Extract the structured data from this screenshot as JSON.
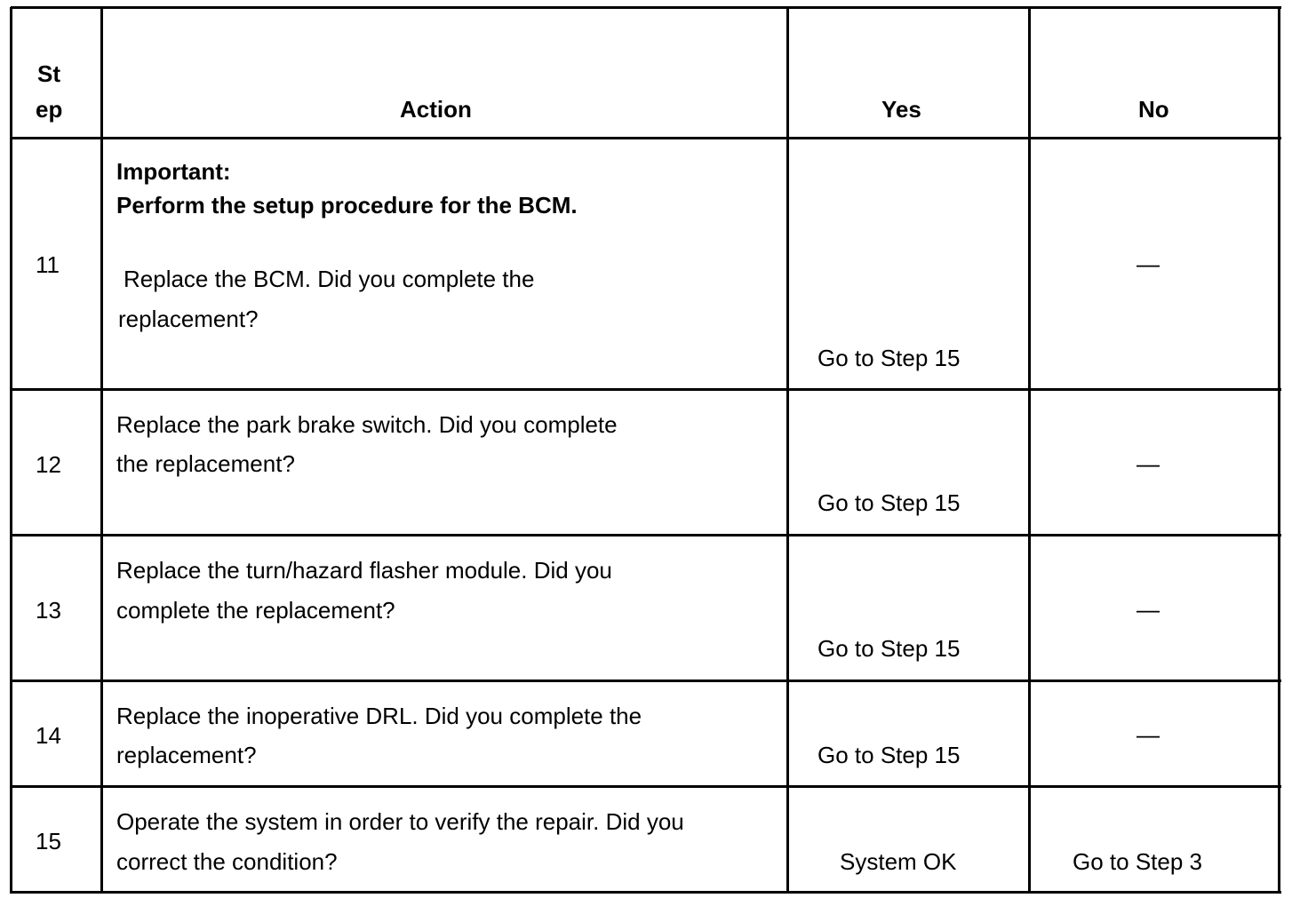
{
  "header": {
    "step_line1": "St",
    "step_line2": "ep",
    "action": "Action",
    "yes": "Yes",
    "no": "No"
  },
  "rows": [
    {
      "step": "11",
      "action_important": "Important:",
      "action_important_text": "Perform the setup procedure for the BCM.",
      "action_line1": "Replace the BCM. Did you complete the",
      "action_line2": "replacement?",
      "yes": "Go to Step 15",
      "no": "—"
    },
    {
      "step": "12",
      "action_line1": "Replace the park brake switch. Did you complete",
      "action_line2": "the replacement?",
      "yes": "Go to Step 15",
      "no": "—"
    },
    {
      "step": "13",
      "action_line1": "Replace the turn/hazard flasher module. Did you",
      "action_line2": "complete the replacement?",
      "yes": "Go to Step 15",
      "no": "—"
    },
    {
      "step": "14",
      "action_line1": "Replace the inoperative DRL. Did you complete the",
      "action_line2": "replacement?",
      "yes": "Go to Step 15",
      "no": "—"
    },
    {
      "step": "15",
      "action_line1": "Operate the system in order to verify the repair. Did you",
      "action_line2": "correct the condition?",
      "yes": "System OK",
      "no": "Go to Step 3"
    }
  ]
}
